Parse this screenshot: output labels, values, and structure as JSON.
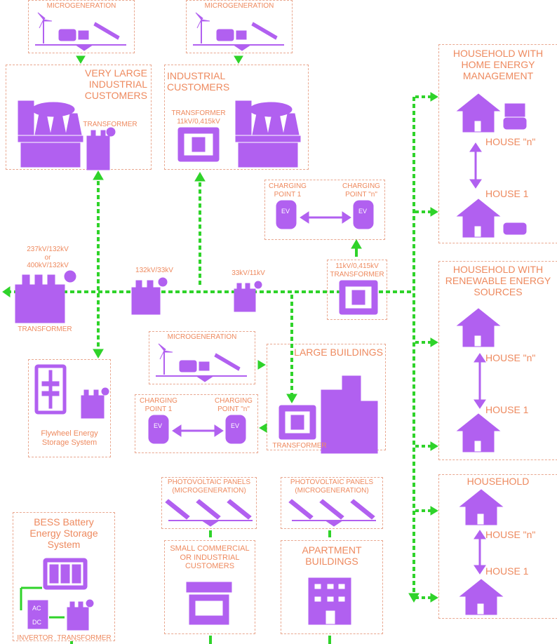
{
  "colors": {
    "accent": "#b160f0",
    "connector": "#2fd32a",
    "label": "#ee8a5f",
    "border": "#e9a78f"
  },
  "labels": {
    "micro1": "MICROGENERATION",
    "micro2": "MICROGENERATION",
    "micro3": "MICROGENERATION",
    "very_large": "VERY LARGE\nINDUSTRIAL\nCUSTOMERS",
    "transformer": "TRANSFORMER",
    "industrial": "INDUSTRIAL\nCUSTOMERS",
    "transformer_11": "TRANSFORMER\n11kV/0,415kV",
    "charging1_a": "CHARGING\nPOINT 1",
    "charging_n_a": "CHARGING\nPOINT \"n\"",
    "kv_237": "237kV/132kV\nor\n400kV/132kV",
    "transformer_main": "TRANSFORMER",
    "kv_132_33": "132kV/33kV",
    "kv_33_11": "33kV/11kV",
    "kv_11_transformer": "11kV/0,415kV\nTRANSFORMER",
    "flywheel": "Flywheel Energy\nStorage System",
    "large_buildings": "LARGE BUILDINGS",
    "charging1_b": "CHARGING\nPOINT 1",
    "charging_n_b": "CHARGING\nPOINT \"n\"",
    "transformer_lb": "TRANSFORMER",
    "pv1": "PHOTOVOLTAIC PANELS\n(MICROGENERATION)",
    "pv2": "PHOTOVOLTAIC PANELS\n(MICROGENERATION)",
    "small_commercial": "SMALL COMMERCIAL\nOR INDUSTRIAL\nCUSTOMERS",
    "apartment": "APARTMENT\nBUILDINGS",
    "bess": "BESS Battery\nEnergy Storage\nSystem",
    "invertor": "INVERTOR",
    "transformer_bess": "TRANSFORMER",
    "ac": "AC",
    "dc": "DC",
    "ev": "EV",
    "hh_hem": "HOUSEHOLD WITH\nHOME ENERGY\nMANAGEMENT",
    "house_n_1": "HOUSE \"n\"",
    "house_1_1": "HOUSE 1",
    "hh_res": "HOUSEHOLD WITH\nRENEWABLE ENERGY\nSOURCES",
    "house_n_2": "HOUSE \"n\"",
    "house_1_2": "HOUSE 1",
    "hh": "HOUSEHOLD",
    "house_n_3": "HOUSE \"n\"",
    "house_1_3": "HOUSE 1"
  }
}
